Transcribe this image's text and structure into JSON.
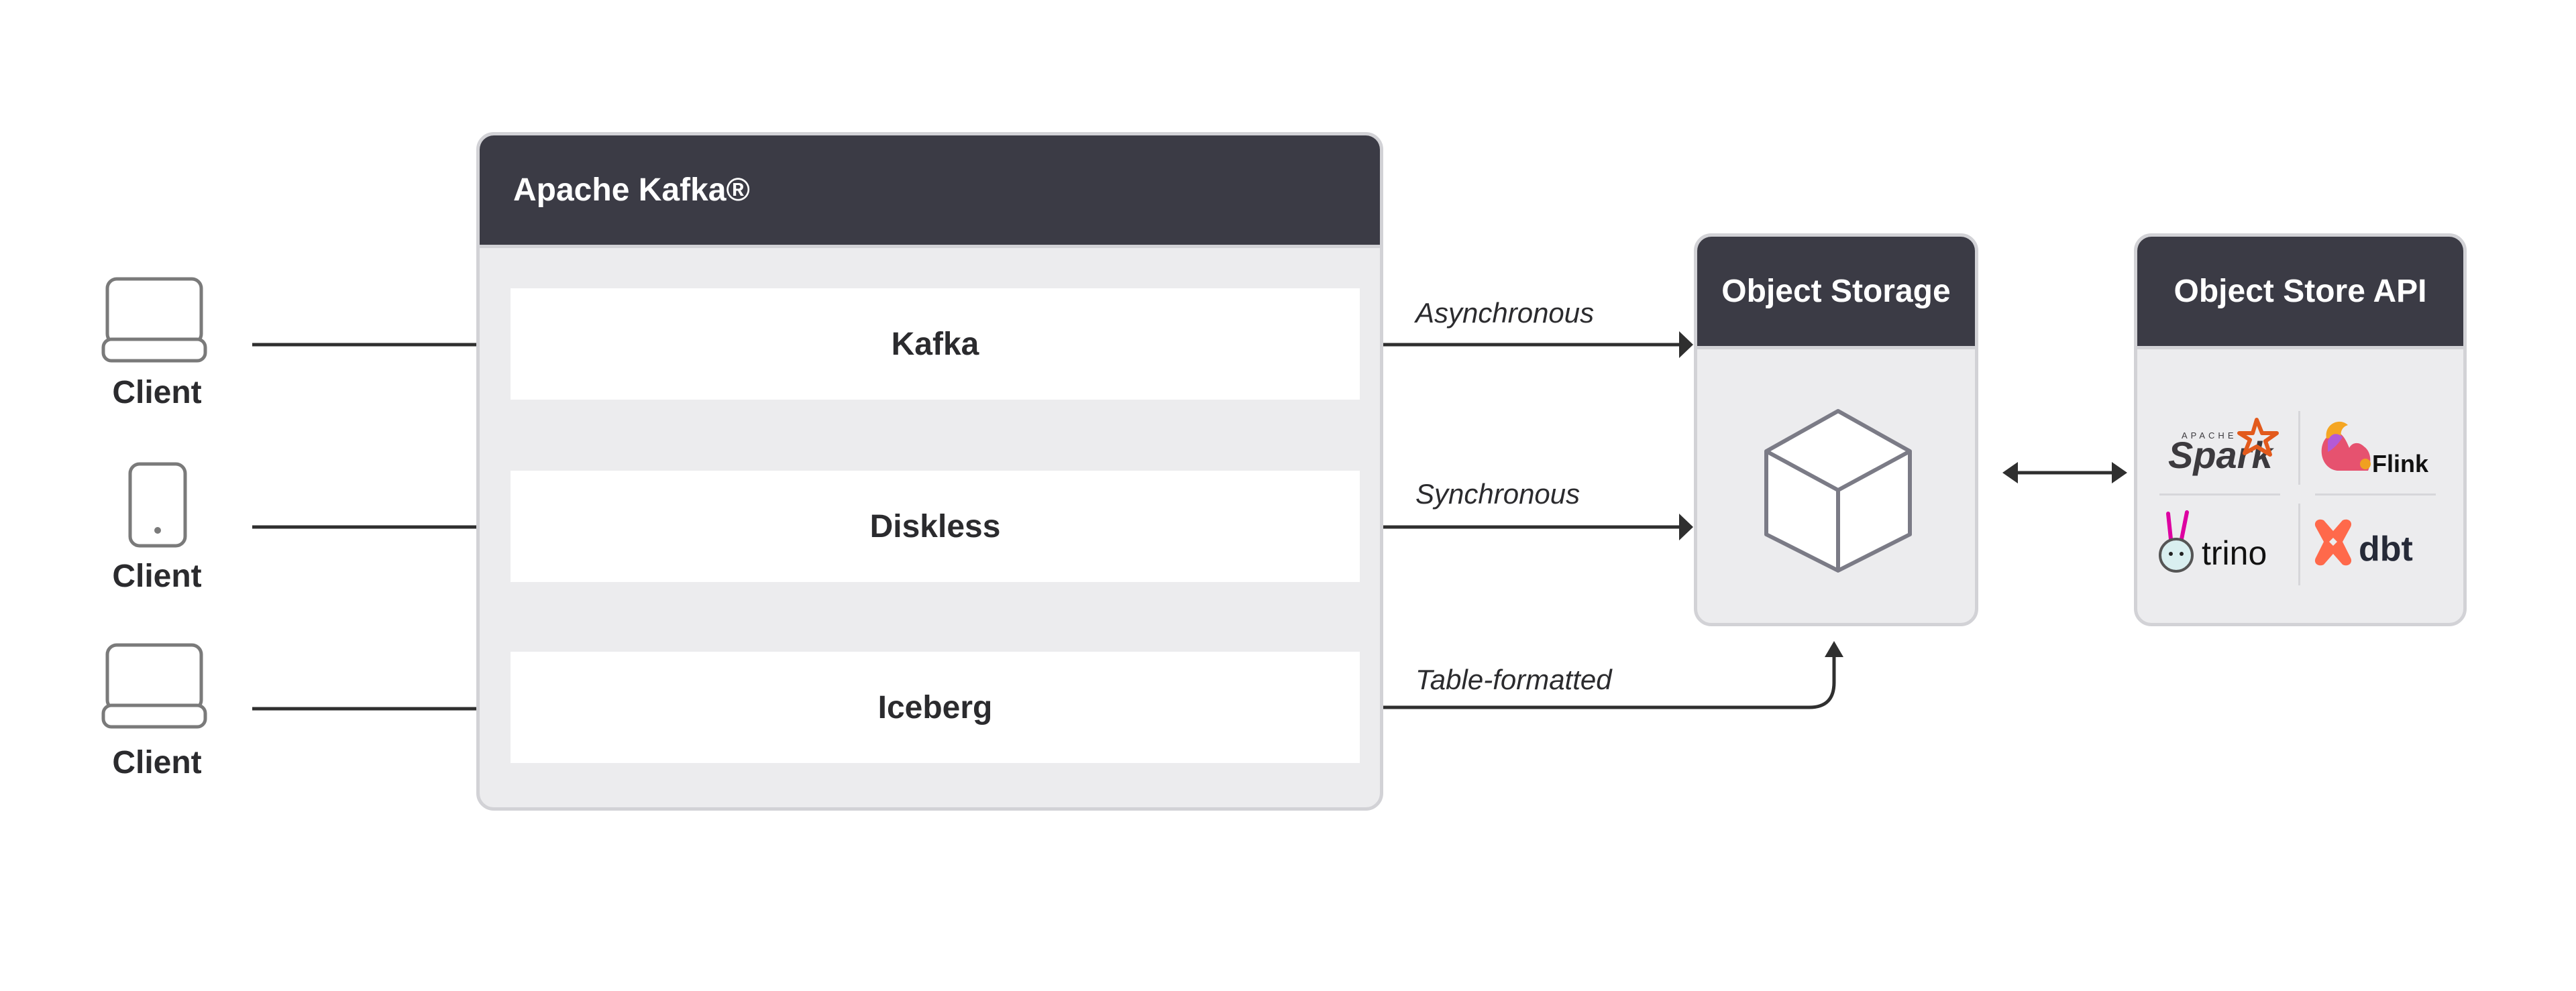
{
  "kafka_cluster": {
    "title": "Apache Kafka®",
    "rows": [
      {
        "label": "Kafka"
      },
      {
        "label": "Diskless"
      },
      {
        "label": "Iceberg"
      }
    ]
  },
  "clients": [
    {
      "label": "Client",
      "icon": "laptop-icon"
    },
    {
      "label": "Client",
      "icon": "tablet-icon"
    },
    {
      "label": "Client",
      "icon": "laptop-icon"
    }
  ],
  "edges": [
    {
      "label": "Asynchronous",
      "from": "Kafka",
      "to": "Object Storage"
    },
    {
      "label": "Synchronous",
      "from": "Diskless",
      "to": "Object Storage"
    },
    {
      "label": "Table-formatted",
      "from": "Iceberg",
      "to": "Object Storage"
    }
  ],
  "object_storage": {
    "title": "Object Storage",
    "icon": "cube-icon"
  },
  "object_store_api": {
    "title": "Object Store API",
    "logos": [
      {
        "name": "Spark",
        "prefix": "APACHE",
        "color": "#e25a1c"
      },
      {
        "name": "Flink",
        "color": "#e6526f"
      },
      {
        "name": "trino",
        "color": "#dd00a1"
      },
      {
        "name": "dbt",
        "color": "#ff694b"
      }
    ]
  },
  "colors": {
    "header_bg": "#3b3b45",
    "panel_bg": "#ececee",
    "panel_border": "#d2d2d6",
    "arrow": "#2f2f2f",
    "icon_stroke": "#7a7a7a",
    "cube_stroke": "#7b7b86"
  }
}
